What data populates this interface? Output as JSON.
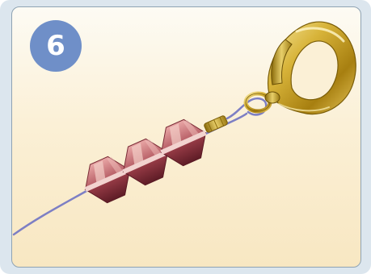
{
  "step": {
    "number": "6"
  },
  "colors": {
    "badge": "#6f8fc8",
    "wire": "#7d7fc4",
    "bead": "#b0545e",
    "clasp": "#c9a227",
    "background_top": "#fdfbf4",
    "background_bottom": "#f8e7c2"
  },
  "illustration": {
    "icons": [
      "beading-wire",
      "bicone-bead",
      "crimp-tube",
      "lobster-clasp"
    ],
    "bead_count": 3
  }
}
